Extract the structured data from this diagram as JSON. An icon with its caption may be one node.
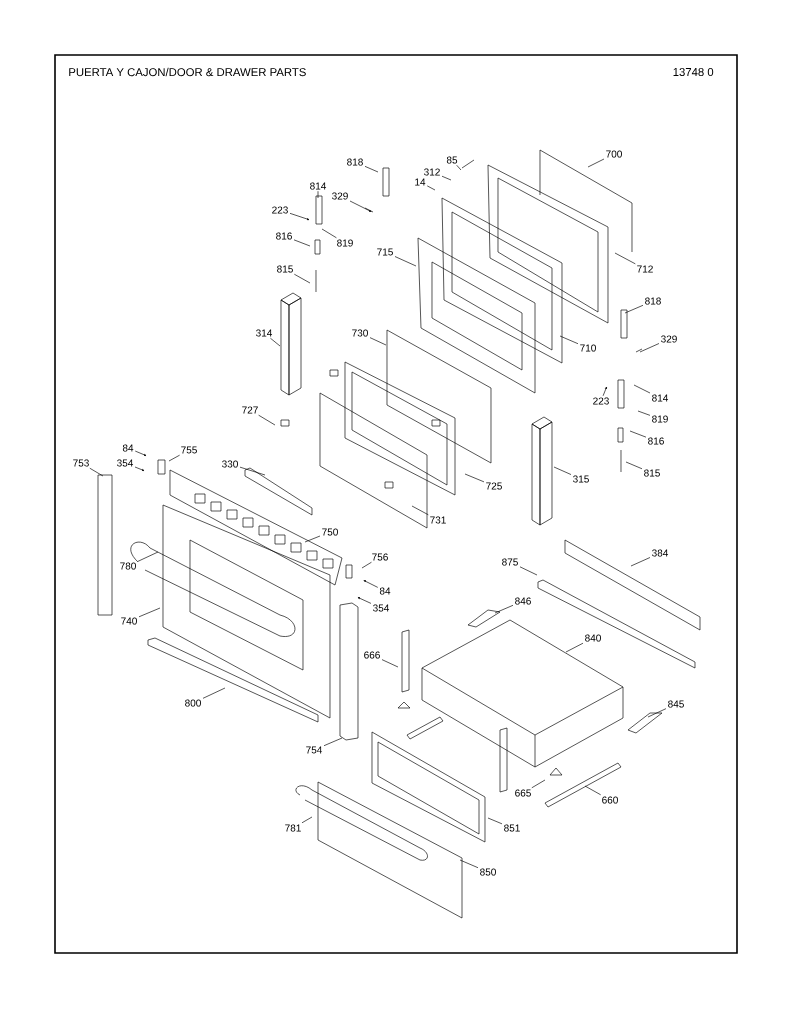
{
  "diagram": {
    "title": "PUERTA Y CAJON/DOOR & DRAWER PARTS",
    "nodes": [
      {
        "text": [
          "818"
        ]
      },
      {
        "text": [
          "85"
        ]
      },
      {
        "text": [
          "312"
        ]
      },
      {
        "text": [
          "14"
        ]
      },
      {
        "text": [
          "700"
        ]
      },
      {
        "text": [
          "814"
        ]
      },
      {
        "text": [
          "329"
        ]
      },
      {
        "text": [
          "223"
        ]
      },
      {
        "text": [
          "819"
        ]
      },
      {
        "text": [
          "816"
        ]
      },
      {
        "text": [
          "715"
        ]
      },
      {
        "text": [
          "712"
        ]
      },
      {
        "text": [
          "815"
        ]
      },
      {
        "text": [
          "818"
        ]
      },
      {
        "text": [
          "314"
        ]
      },
      {
        "text": [
          "329"
        ]
      },
      {
        "text": [
          "730"
        ]
      },
      {
        "text": [
          "710"
        ]
      },
      {
        "text": [
          "814"
        ]
      },
      {
        "text": [
          "223"
        ]
      },
      {
        "text": [
          "727"
        ]
      },
      {
        "text": [
          "819"
        ]
      },
      {
        "text": [
          "816"
        ]
      },
      {
        "text": [
          "84"
        ]
      },
      {
        "text": [
          "755"
        ]
      },
      {
        "text": [
          "753"
        ]
      },
      {
        "text": [
          "354"
        ]
      },
      {
        "text": [
          "330"
        ]
      },
      {
        "text": [
          "725"
        ]
      },
      {
        "text": [
          "315"
        ]
      },
      {
        "text": [
          "815"
        ]
      },
      {
        "text": [
          "731"
        ]
      },
      {
        "text": [
          "750"
        ]
      },
      {
        "text": [
          "756"
        ]
      },
      {
        "text": [
          "780"
        ]
      },
      {
        "text": [
          "875"
        ]
      },
      {
        "text": [
          "384"
        ]
      },
      {
        "text": [
          "84"
        ]
      },
      {
        "text": [
          "846"
        ]
      },
      {
        "text": [
          "354"
        ]
      },
      {
        "text": [
          "740"
        ]
      },
      {
        "text": [
          "666"
        ]
      },
      {
        "text": [
          "840"
        ]
      },
      {
        "text": [
          "800"
        ]
      },
      {
        "text": [
          "845"
        ]
      },
      {
        "text": [
          "754"
        ]
      },
      {
        "text": [
          "665"
        ]
      },
      {
        "text": [
          "660"
        ]
      },
      {
        "text": [
          "781"
        ]
      },
      {
        "text": [
          "851"
        ]
      },
      {
        "text": [
          "850"
        ]
      }
    ],
    "edges": [
      {
        "from": 0,
        "to": null,
        "arrow": "none"
      },
      {
        "from": 1,
        "to": null,
        "arrow": "none"
      },
      {
        "from": 2,
        "to": null,
        "arrow": "none"
      },
      {
        "from": 3,
        "to": null,
        "arrow": "none"
      },
      {
        "from": 4,
        "to": null,
        "arrow": "none"
      },
      {
        "from": 5,
        "to": null,
        "arrow": "none"
      },
      {
        "from": 6,
        "to": null,
        "arrow": "to"
      },
      {
        "from": 7,
        "to": null,
        "arrow": "to"
      },
      {
        "from": 8,
        "to": null,
        "arrow": "none"
      },
      {
        "from": 9,
        "to": null,
        "arrow": "none"
      },
      {
        "from": 10,
        "to": null,
        "arrow": "none"
      },
      {
        "from": 11,
        "to": null,
        "arrow": "none"
      },
      {
        "from": 12,
        "to": null,
        "arrow": "none"
      },
      {
        "from": 13,
        "to": null,
        "arrow": "none"
      },
      {
        "from": 14,
        "to": null,
        "arrow": "none"
      },
      {
        "from": 15,
        "to": null,
        "arrow": "none"
      },
      {
        "from": 16,
        "to": null,
        "arrow": "none"
      },
      {
        "from": 17,
        "to": null,
        "arrow": "none"
      },
      {
        "from": 18,
        "to": null,
        "arrow": "none"
      },
      {
        "from": 19,
        "to": null,
        "arrow": "to"
      },
      {
        "from": 20,
        "to": null,
        "arrow": "none"
      },
      {
        "from": 21,
        "to": null,
        "arrow": "none"
      },
      {
        "from": 22,
        "to": null,
        "arrow": "none"
      },
      {
        "from": 23,
        "to": null,
        "arrow": "to"
      },
      {
        "from": 24,
        "to": null,
        "arrow": "none"
      },
      {
        "from": 25,
        "to": null,
        "arrow": "none"
      },
      {
        "from": 26,
        "to": null,
        "arrow": "to"
      },
      {
        "from": 27,
        "to": null,
        "arrow": "none"
      },
      {
        "from": 28,
        "to": null,
        "arrow": "none"
      },
      {
        "from": 29,
        "to": null,
        "arrow": "none"
      },
      {
        "from": 30,
        "to": null,
        "arrow": "none"
      },
      {
        "from": 31,
        "to": null,
        "arrow": "none"
      },
      {
        "from": 32,
        "to": null,
        "arrow": "none"
      },
      {
        "from": 33,
        "to": null,
        "arrow": "none"
      },
      {
        "from": 34,
        "to": null,
        "arrow": "none"
      },
      {
        "from": 35,
        "to": null,
        "arrow": "none"
      },
      {
        "from": 36,
        "to": null,
        "arrow": "none"
      },
      {
        "from": 37,
        "to": null,
        "arrow": "to"
      },
      {
        "from": 38,
        "to": null,
        "arrow": "none"
      },
      {
        "from": 39,
        "to": null,
        "arrow": "to"
      },
      {
        "from": 40,
        "to": null,
        "arrow": "none"
      },
      {
        "from": 41,
        "to": null,
        "arrow": "none"
      },
      {
        "from": 42,
        "to": null,
        "arrow": "none"
      },
      {
        "from": 43,
        "to": null,
        "arrow": "none"
      },
      {
        "from": 44,
        "to": null,
        "arrow": "none"
      },
      {
        "from": 45,
        "to": null,
        "arrow": "none"
      },
      {
        "from": 46,
        "to": null,
        "arrow": "none"
      },
      {
        "from": 47,
        "to": null,
        "arrow": "none"
      },
      {
        "from": 48,
        "to": null,
        "arrow": "none"
      },
      {
        "from": 49,
        "to": null,
        "arrow": "none"
      },
      {
        "from": 50,
        "to": null,
        "arrow": "none"
      }
    ],
    "labels": [
      "13748 0"
    ]
  }
}
